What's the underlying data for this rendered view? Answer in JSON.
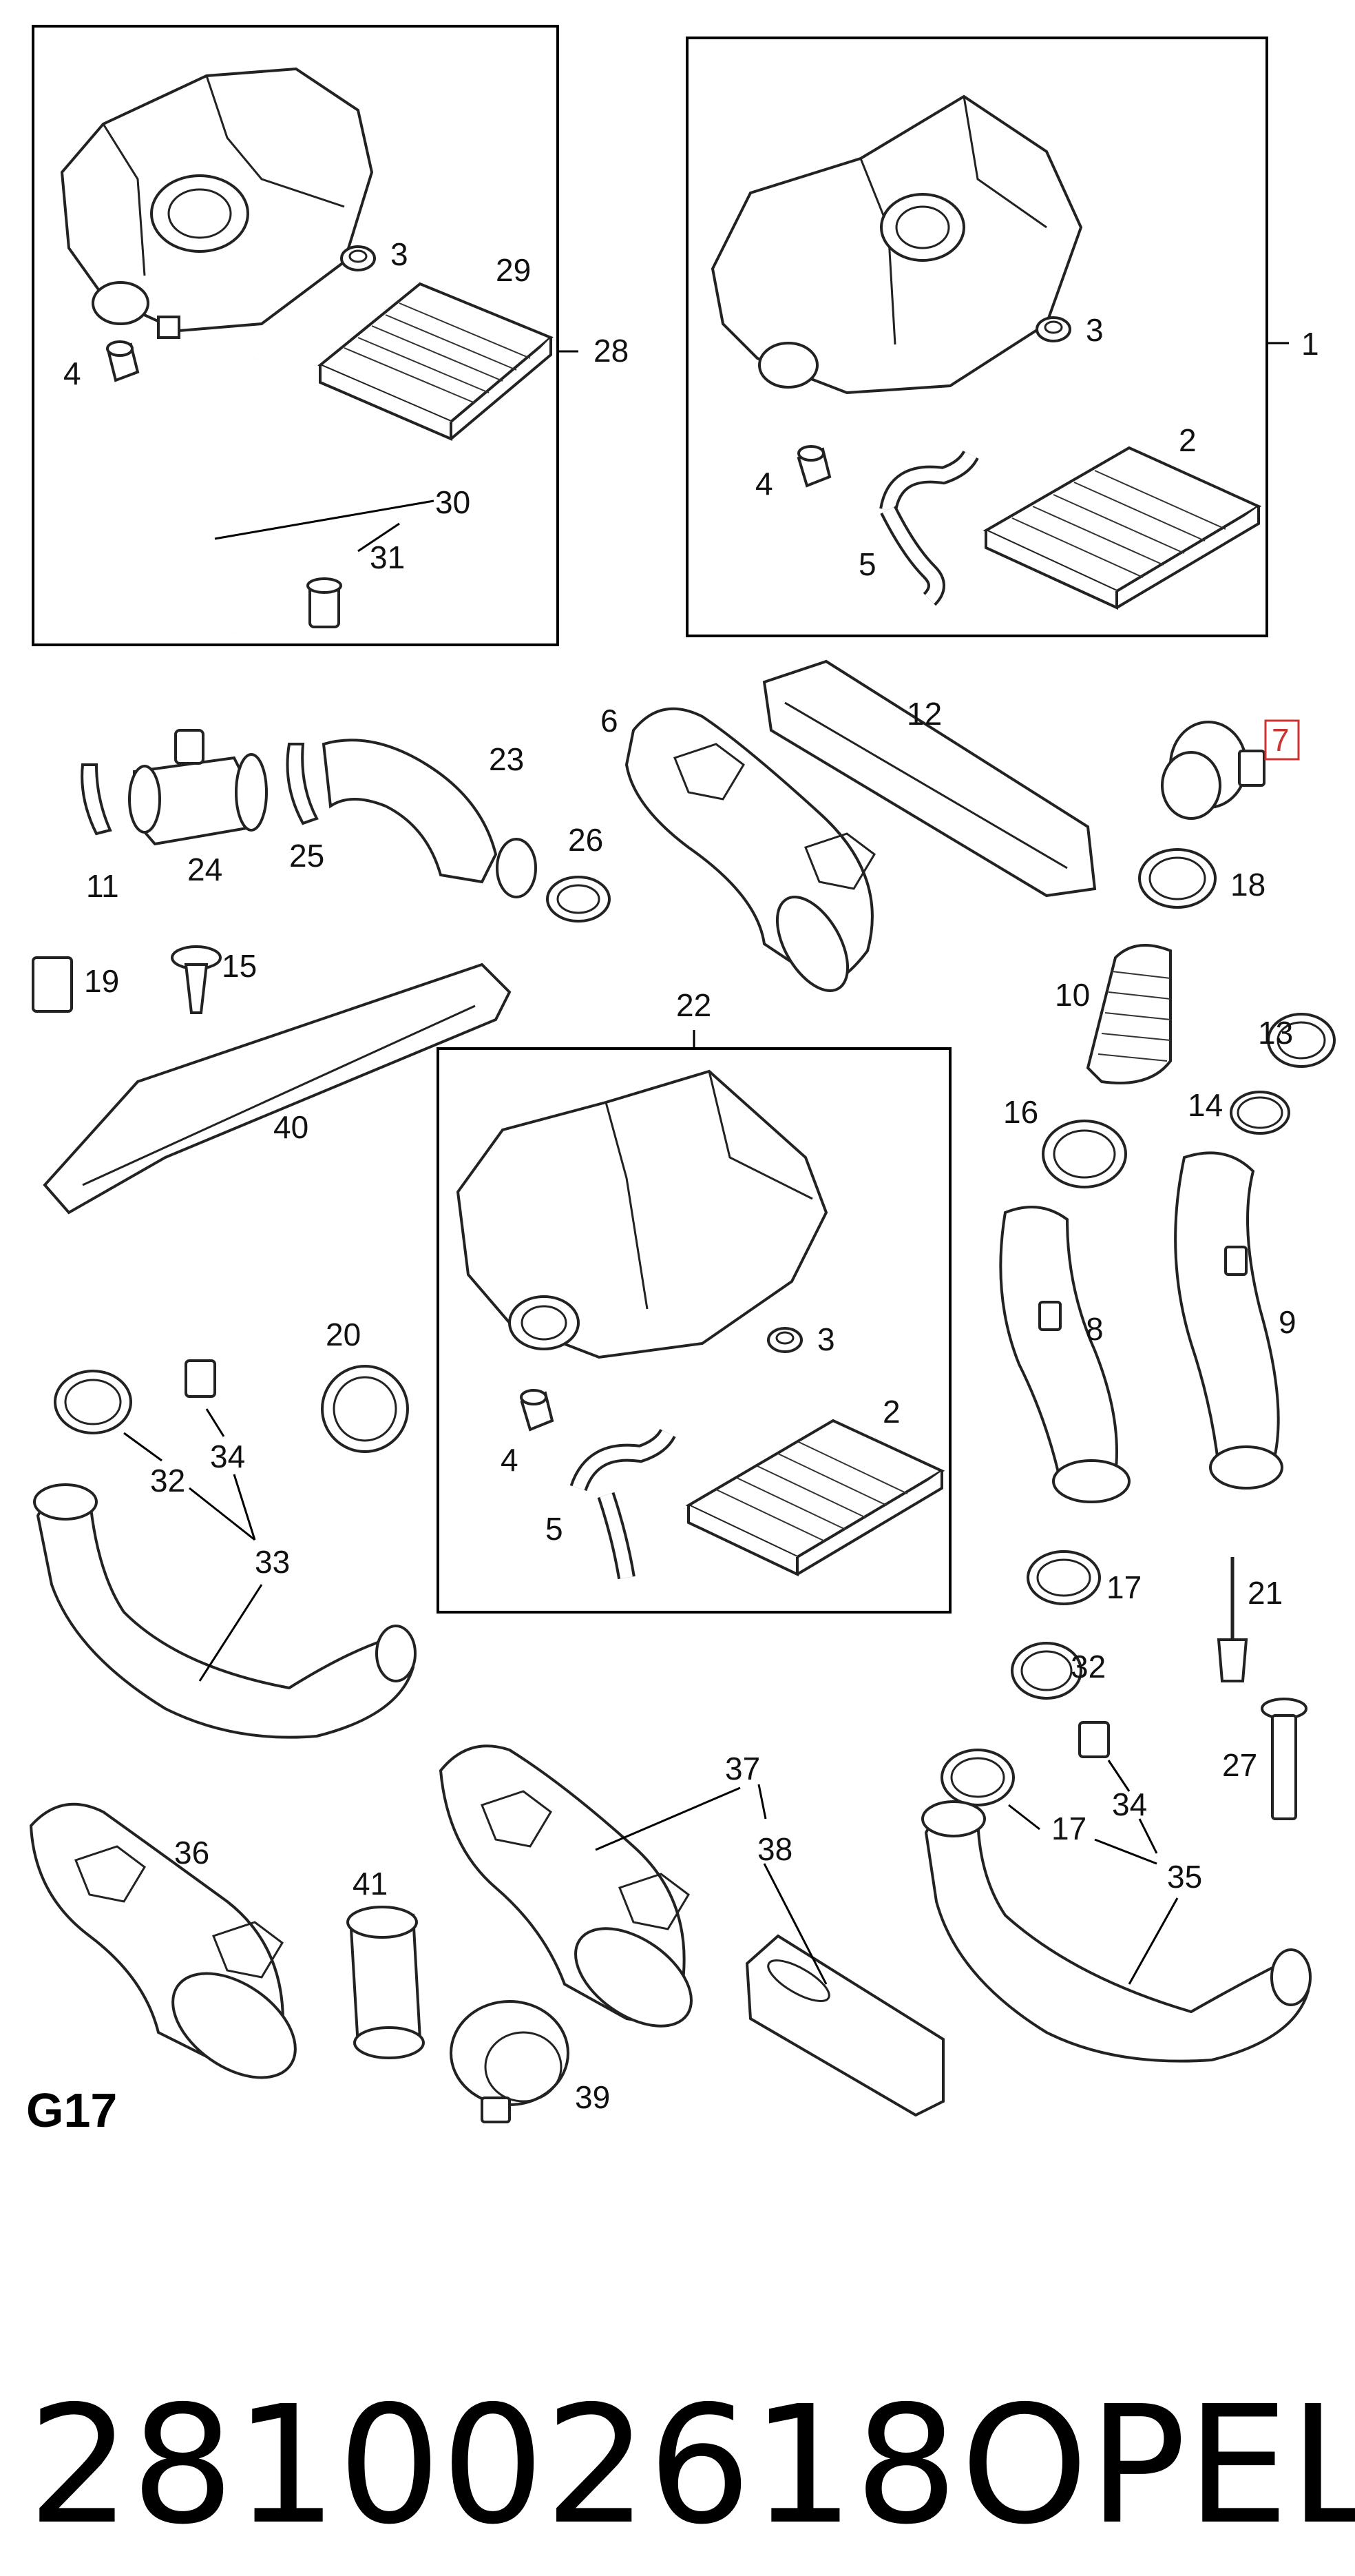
{
  "diagram": {
    "section_code": "G17",
    "footer": {
      "part_number": "281002618",
      "brand": "OPEL"
    },
    "highlight_color": "#cc3333",
    "callouts": {
      "c1": "1",
      "c2a": "2",
      "c2b": "2",
      "c3a": "3",
      "c3b": "3",
      "c3c": "3",
      "c4a": "4",
      "c4b": "4",
      "c4c": "4",
      "c5a": "5",
      "c5b": "5",
      "c6": "6",
      "c7": "7",
      "c8": "8",
      "c9": "9",
      "c10": "10",
      "c11": "11",
      "c12": "12",
      "c13": "13",
      "c14": "14",
      "c15": "15",
      "c16": "16",
      "c17a": "17",
      "c17b": "17",
      "c18": "18",
      "c19": "19",
      "c20": "20",
      "c21": "21",
      "c22": "22",
      "c23": "23",
      "c24": "24",
      "c25": "25",
      "c26": "26",
      "c27": "27",
      "c28": "28",
      "c29": "29",
      "c30": "30",
      "c31": "31",
      "c32a": "32",
      "c32b": "32",
      "c33": "33",
      "c34a": "34",
      "c34b": "34",
      "c35": "35",
      "c36": "36",
      "c37": "37",
      "c38": "38",
      "c39": "39",
      "c40": "40",
      "c41": "41"
    }
  }
}
